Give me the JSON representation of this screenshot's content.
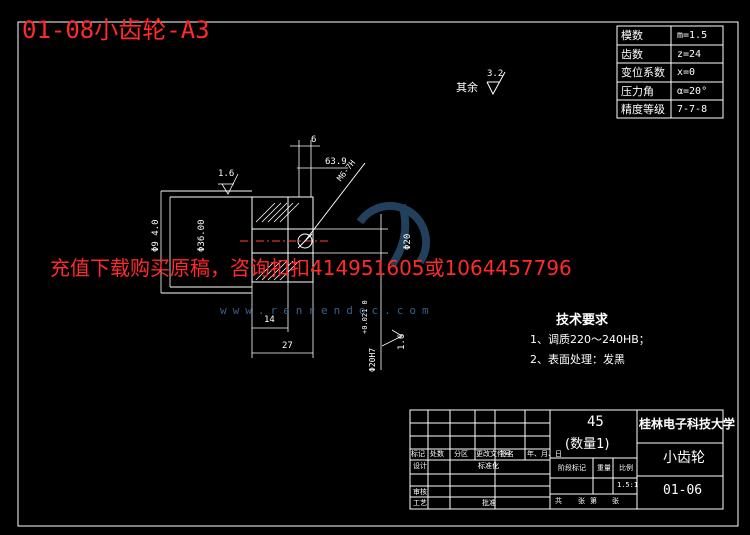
{
  "title": "01-08小齿轮-A3",
  "overlay_notice": "充值下载购买原稿，咨询扣扣414951605或1064457796",
  "watermark_url": "www.renrendoc.com",
  "params": [
    {
      "label": "模数",
      "value": "m=1.5"
    },
    {
      "label": "齿数",
      "value": "z=24"
    },
    {
      "label": "变位系数",
      "value": "x=0"
    },
    {
      "label": "压力角",
      "value": "α=20°"
    },
    {
      "label": "精度等级",
      "value": "7-7-8"
    }
  ],
  "roughness_note": {
    "label": "其余",
    "value": "3.2"
  },
  "dimensions": {
    "hub_width": "6",
    "bore_depth": "63.9",
    "chamfer": "M6-7H",
    "roughness_left": "1.6",
    "dia_outer": "Φ36.00",
    "dia_tip": "Φ9 4.0",
    "dia_bore": "Φ20",
    "length_14": "14",
    "length_27": "27",
    "tol_label": "Φ20H7",
    "tol_value": "+0.021 0",
    "roughness_right": "1.6"
  },
  "tech_requirements": {
    "heading": "技术要求",
    "items": [
      "1、调质220～240HB；",
      "2、表面处理：发黑"
    ]
  },
  "title_block": {
    "material": "45",
    "quantity": "(数量1)",
    "university": "桂林电子科技大学",
    "part_name": "小齿轮",
    "drawing_no": "01-06",
    "scale": "1.5:1",
    "row_labels": [
      "标记",
      "处数",
      "分区",
      "更改文件号",
      "签名",
      "年、月、日"
    ],
    "design_labels": [
      "设计",
      "标准化"
    ],
    "check_labels": [
      "审核",
      "工艺",
      "批准"
    ],
    "stage_labels": [
      "阶段标记",
      "重量",
      "比例"
    ],
    "sheet_labels": [
      "共",
      "张",
      "第",
      "张"
    ]
  }
}
